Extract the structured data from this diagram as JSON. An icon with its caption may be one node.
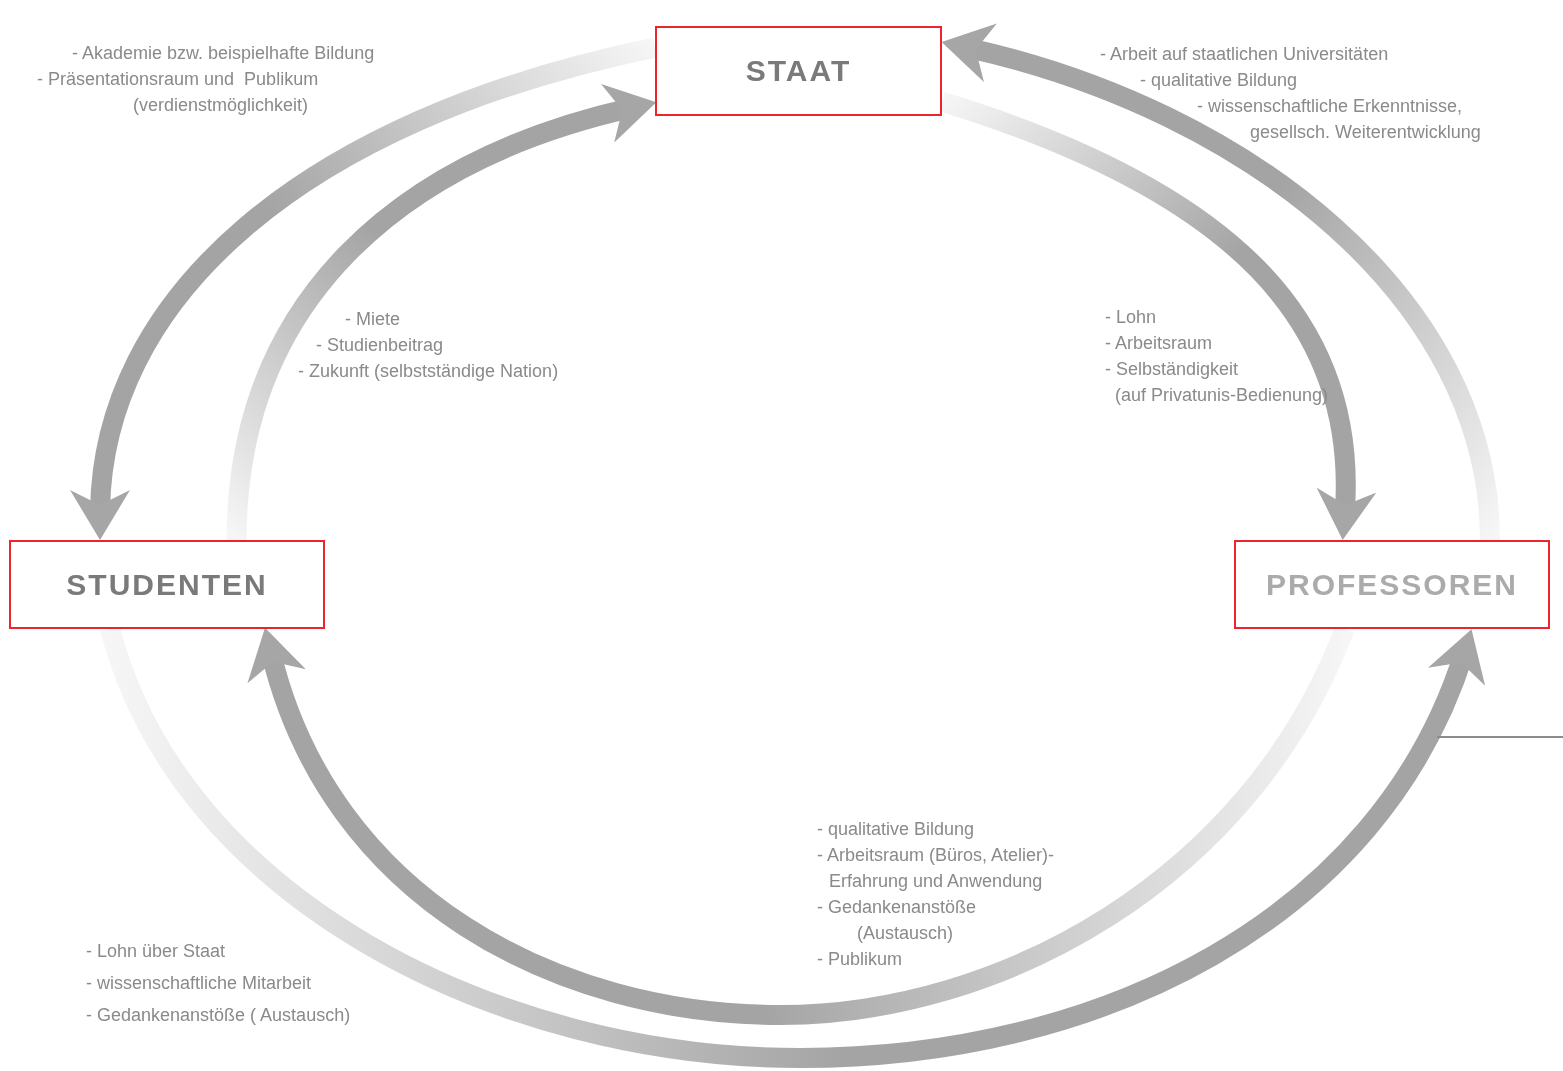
{
  "diagram": {
    "nodes": [
      {
        "text": [
          "STAAT"
        ]
      },
      {
        "text": [
          "STUDENTEN"
        ]
      },
      {
        "text": [
          "PROFESSOREN"
        ]
      }
    ],
    "edges": [
      {
        "from": 0,
        "to": 1,
        "arrow": "to"
      },
      {
        "from": 1,
        "to": 0,
        "arrow": "to"
      },
      {
        "from": 0,
        "to": 2,
        "arrow": "to"
      },
      {
        "from": 2,
        "to": 0,
        "arrow": "to"
      },
      {
        "from": 2,
        "to": 1,
        "arrow": "to"
      },
      {
        "from": 1,
        "to": 2,
        "arrow": "to"
      }
    ],
    "labels": [
      "- Akademie bzw. beispielhafte Bildung",
      "- Präsentationsraum und  Publikum",
      "(verdienstmöglichkeit)",
      "- Arbeit auf staatlichen Universitäten",
      "- qualitative Bildung",
      "- wissenschaftliche Erkenntnisse,",
      "gesellsch. Weiterentwicklung",
      "- Miete",
      "- Studienbeitrag",
      "- Zukunft (selbstständige Nation)",
      "- Lohn",
      "- Arbeitsraum",
      "- Selbständigkeit",
      "(auf Privatunis-Bedienung)",
      "- qualitative Bildung",
      "- Arbeitsraum (Büros, Atelier)-",
      "Erfahrung und Anwendung",
      "- Gedankenanstöße",
      "(Austausch)",
      "- Publikum",
      "- Lohn über Staat",
      "- wissenschaftliche Mitarbeit",
      "- Gedankenanstöße ( Austausch)"
    ]
  }
}
